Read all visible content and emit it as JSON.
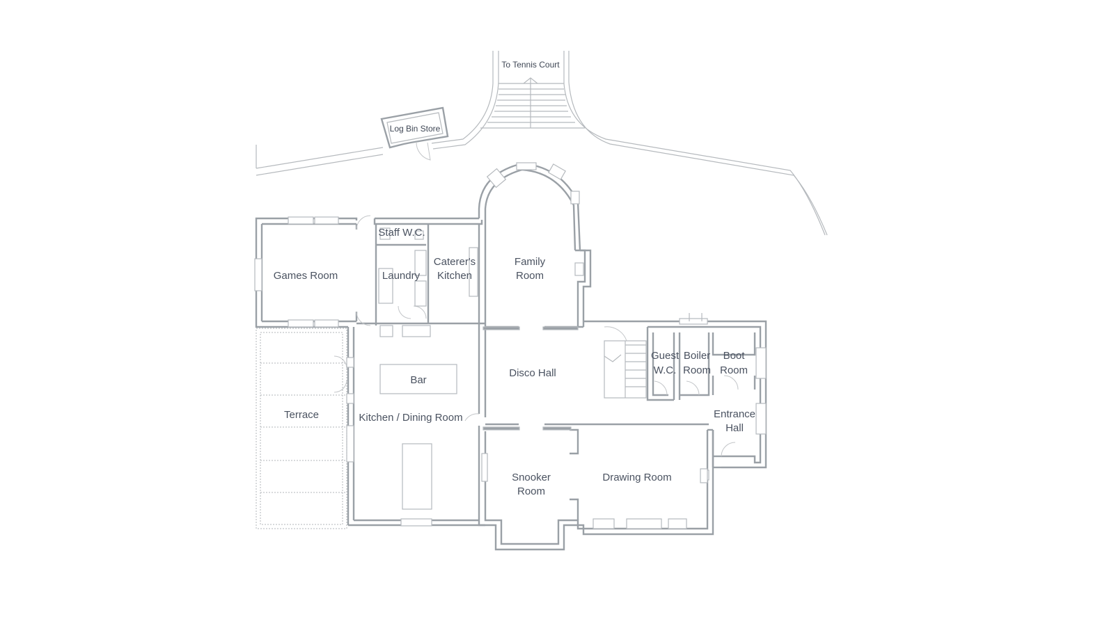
{
  "rooms": {
    "tennis_court": "To Tennis Court",
    "log_bin_store": "Log Bin Store",
    "staff_wc": "Staff W.C.",
    "games_room": "Games Room",
    "laundry": "Laundry",
    "caterers_kitchen": [
      "Caterer's",
      "Kitchen"
    ],
    "family_room": [
      "Family",
      "Room"
    ],
    "bar": "Bar",
    "disco_hall": "Disco Hall",
    "guest_wc": [
      "Guest",
      "W.C."
    ],
    "boiler_room": [
      "Boiler",
      "Room"
    ],
    "boot_room": [
      "Boot",
      "Room"
    ],
    "terrace": "Terrace",
    "kitchen_dining": "Kitchen / Dining Room",
    "entrance_hall": [
      "Entrance",
      "Hall"
    ],
    "snooker_room": [
      "Snooker",
      "Room"
    ],
    "drawing_room": "Drawing Room"
  }
}
